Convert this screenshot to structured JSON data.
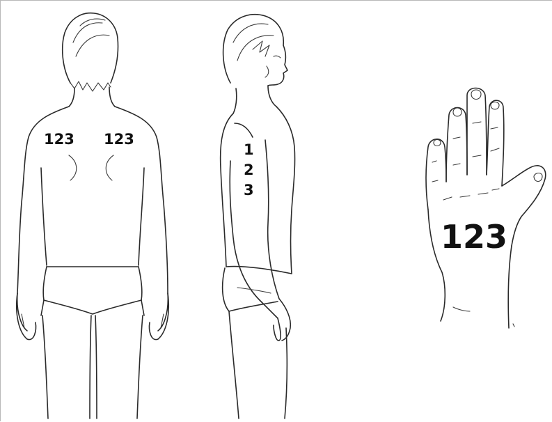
{
  "labels": {
    "back_left": "123",
    "back_right": "123",
    "side_1": "1",
    "side_2": "2",
    "side_3": "3",
    "hand": "123"
  }
}
